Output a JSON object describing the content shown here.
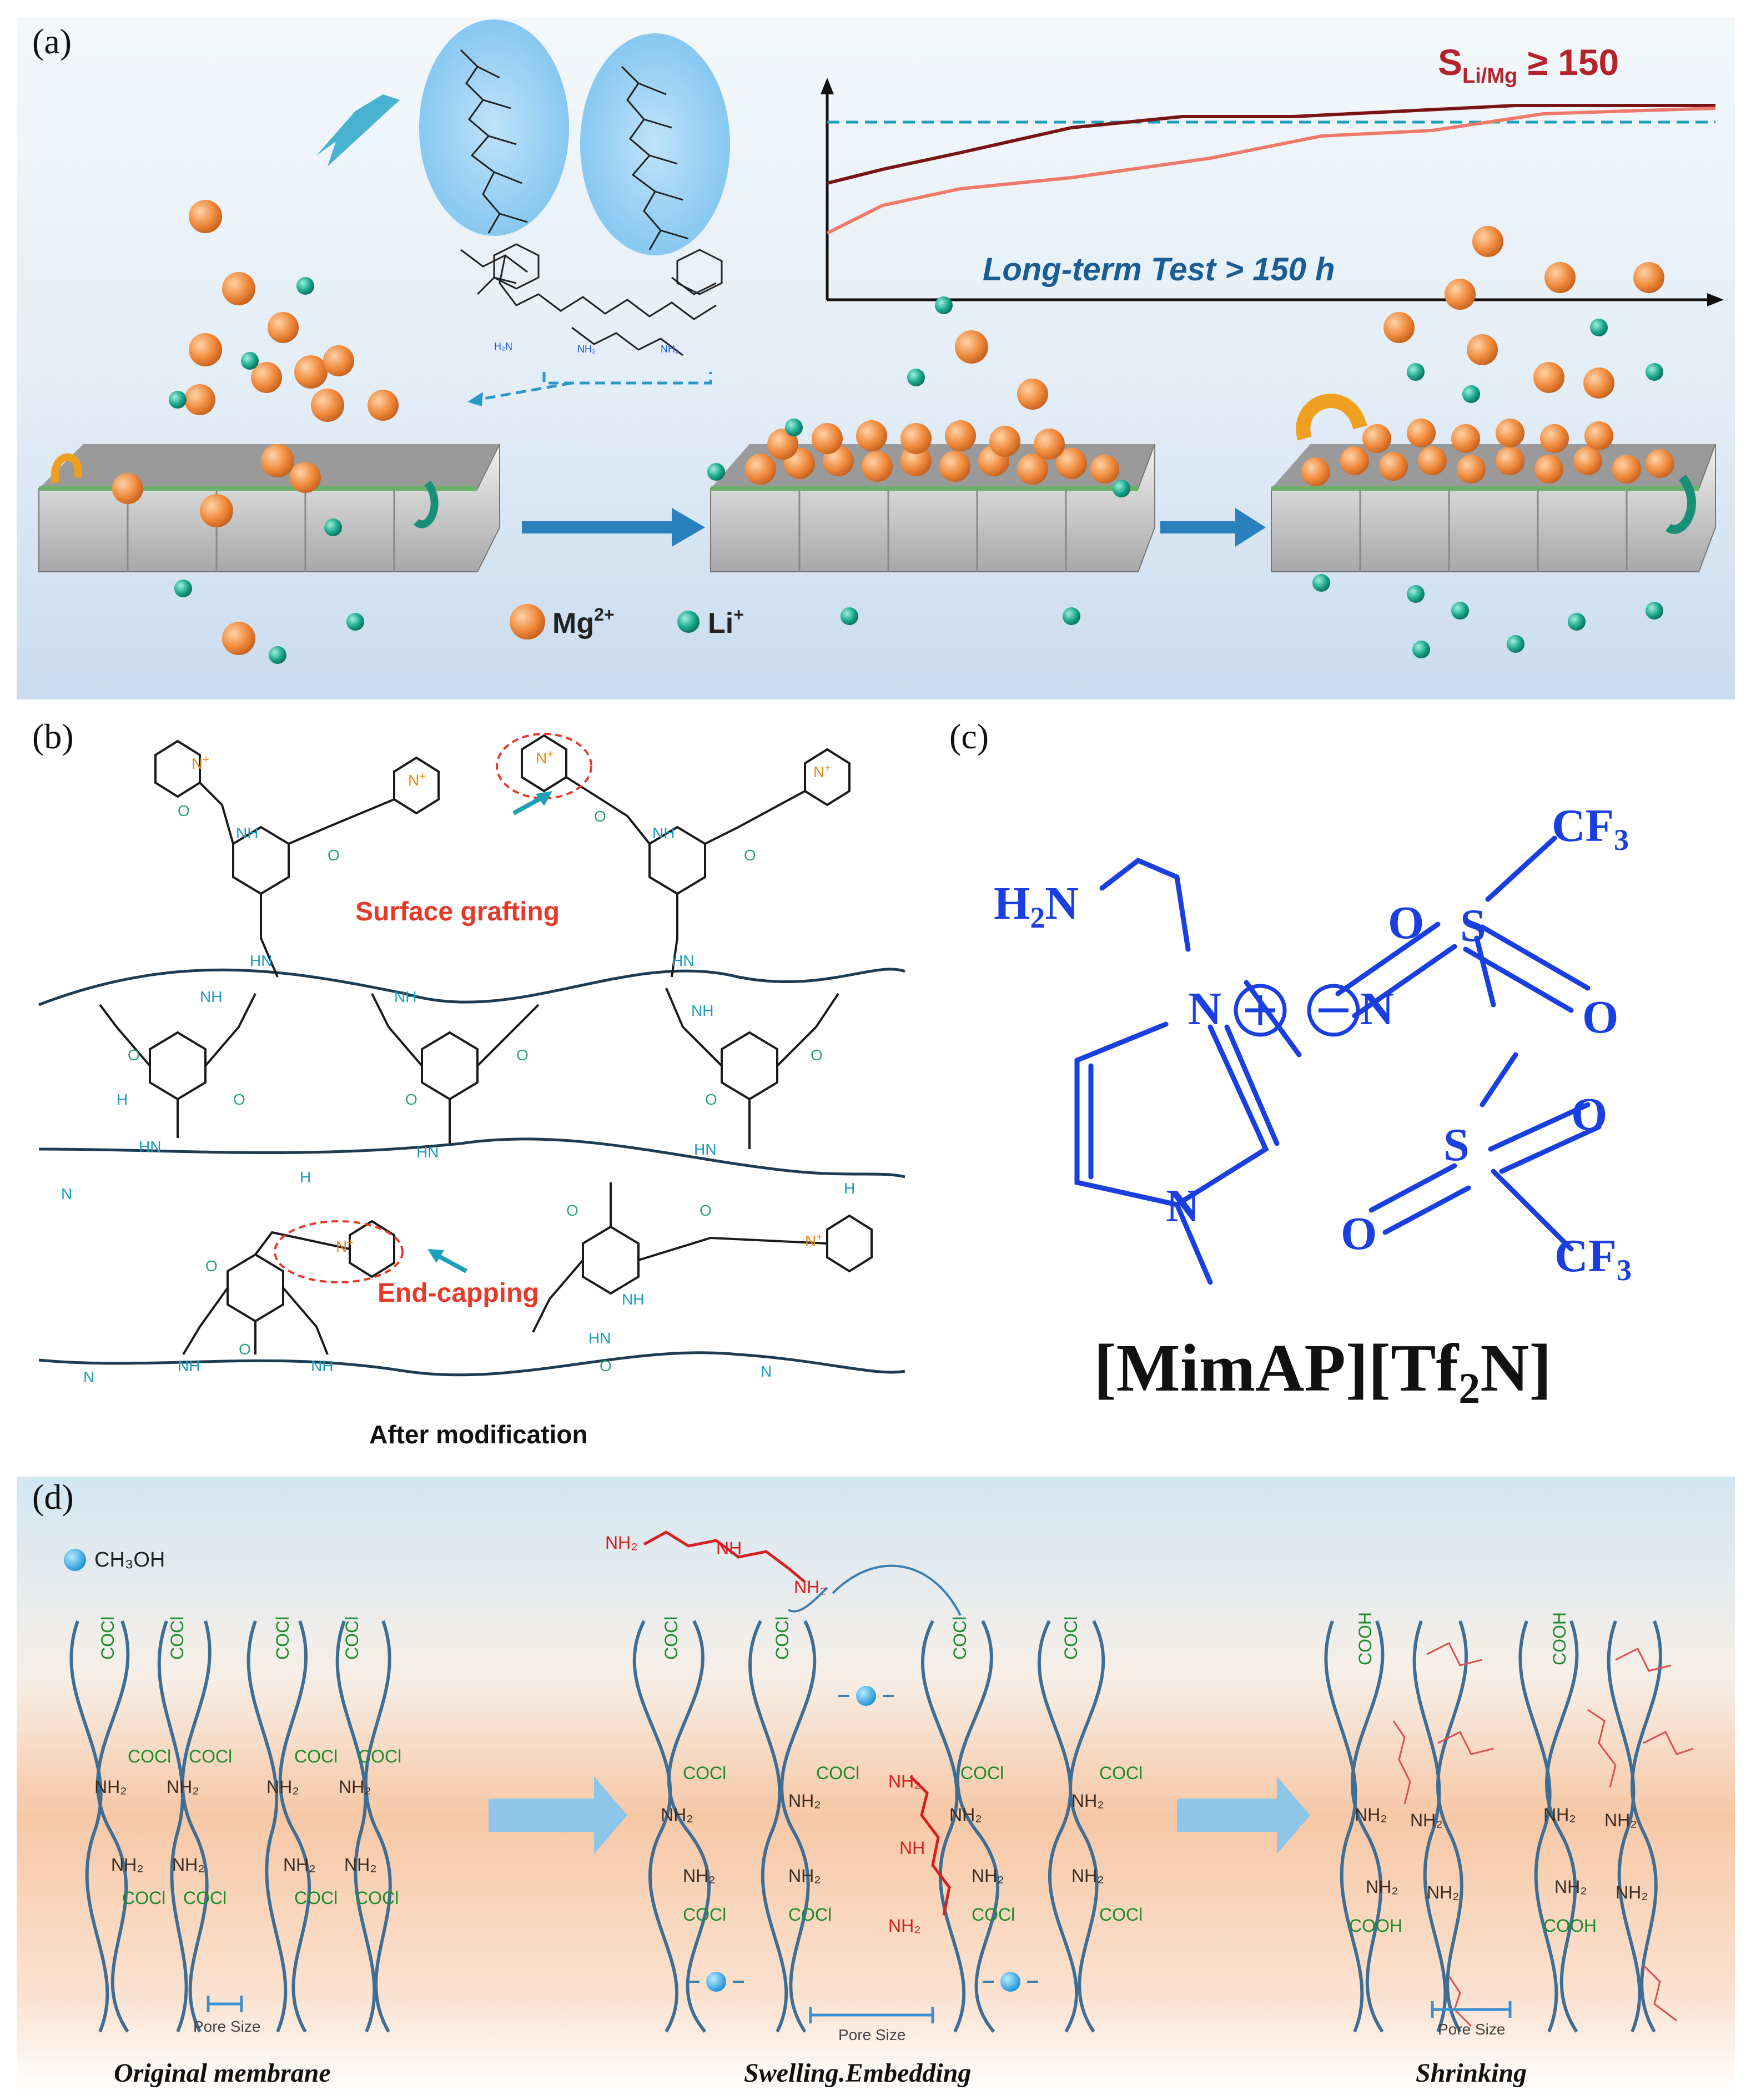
{
  "panel_a": {
    "label": "(a)",
    "selectivity_label": "S",
    "selectivity_sub": "Li/Mg",
    "selectivity_rest": " ≥ 150",
    "test_label": "Long-term Test > 150 h",
    "legend_mg_label": "Mg",
    "legend_mg_sup": "2+",
    "legend_li_label": "Li",
    "legend_li_sup": "+",
    "colors": {
      "mg": "#f08a3c",
      "li": "#1aa88e",
      "line_dark": "#7a1414",
      "line_light": "#f07a6a",
      "dash": "#1aa0b8"
    }
  },
  "panel_b": {
    "label": "(b)",
    "surface_grafting": "Surface grafting",
    "end_capping": "End-capping",
    "after_modification": "After modification",
    "nh": "NH",
    "hn": "HN",
    "h": "H",
    "n": "N",
    "o": "O",
    "n_plus": "N",
    "plus": "+"
  },
  "panel_c": {
    "label": "(c)",
    "h2n": "H",
    "h2n_sub": "2",
    "h2n_n": "N",
    "n_plus": "N",
    "n_minus": "N",
    "n_ring": "N",
    "s1": "S",
    "s2": "S",
    "o": "O",
    "cf3": "CF",
    "cf3_sub": "3",
    "name_a": "[MimAP][Tf",
    "name_sub": "2",
    "name_b": "N]"
  },
  "panel_d": {
    "label": "(d)",
    "legend": "CH₃OH",
    "stage1": "Original membrane",
    "stage2": "Swelling.Embedding",
    "stage3": "Shrinking",
    "pore": "Pore Size",
    "cocl": "COCl",
    "nh2": "NH₂",
    "cooh": "COOH",
    "amine_nh2": "NH₂",
    "amine_nh": "NH"
  }
}
